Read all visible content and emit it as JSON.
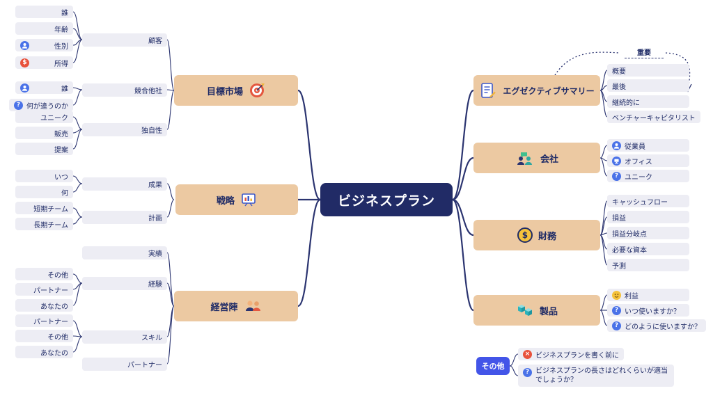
{
  "center": "ビジネスプラン",
  "target_market": {
    "label": "目標市場",
    "icon": "target-icon",
    "customers": {
      "label": "顧客",
      "items": [
        "誰",
        "年齢",
        "性別",
        "所得"
      ]
    },
    "competitors": {
      "label": "競合他社",
      "items": [
        "誰",
        "何が違うのか"
      ]
    },
    "uniqueness": {
      "label": "独自性",
      "items": [
        "ユニーク",
        "販売",
        "提案"
      ]
    }
  },
  "strategy": {
    "label": "戦略",
    "icon": "presentation-board-icon",
    "results": {
      "label": "成果",
      "items": [
        "いつ",
        "何"
      ]
    },
    "plan": {
      "label": "計画",
      "items": [
        "短期チーム",
        "長期チーム"
      ]
    }
  },
  "management": {
    "label": "経営陣",
    "icon": "team-icon",
    "track_record": {
      "label": "実績"
    },
    "experience": {
      "label": "経験",
      "items": [
        "その他",
        "パートナー",
        "あなたの"
      ]
    },
    "skills": {
      "label": "スキル",
      "items": [
        "パートナー",
        "その他",
        "あなたの"
      ]
    },
    "partner": {
      "label": "パートナー"
    }
  },
  "executive_summary": {
    "label": "エグゼクティブサマリー",
    "icon": "document-icon",
    "important": "重要",
    "items": [
      "概要",
      "最後",
      "継続的に",
      "ベンチャーキャピタリスト"
    ]
  },
  "company": {
    "label": "会社",
    "icon": "company-people-icon",
    "items": [
      "従業員",
      "オフィス",
      "ユニーク"
    ]
  },
  "finance": {
    "label": "財務",
    "icon": "dollar-coin-icon",
    "items": [
      "キャッシュフロー",
      "損益",
      "損益分岐点",
      "必要な資本",
      "予測"
    ]
  },
  "product": {
    "label": "製品",
    "icon": "cubes-icon",
    "items": [
      "利益",
      "いつ使いますか？",
      "どのように使いますか？"
    ]
  },
  "other": {
    "label": "その他",
    "items": [
      "ビジネスプランを書く前に",
      "ビジネスプランの長さはどれくらいが適当でしょうか？"
    ]
  },
  "icons": {
    "question_glyph": "?",
    "dollar_glyph": "$",
    "alert_glyph": "×"
  },
  "colors": {
    "center_bg": "#212b66",
    "branch_bg": "#ecc9a2",
    "leaf_bg": "#ededf4",
    "accent_blue": "#4a72e8",
    "accent_red": "#e8523c",
    "accent_yellow": "#f5c23c",
    "other_bg": "#4355e8",
    "wire": "#2b3470"
  }
}
